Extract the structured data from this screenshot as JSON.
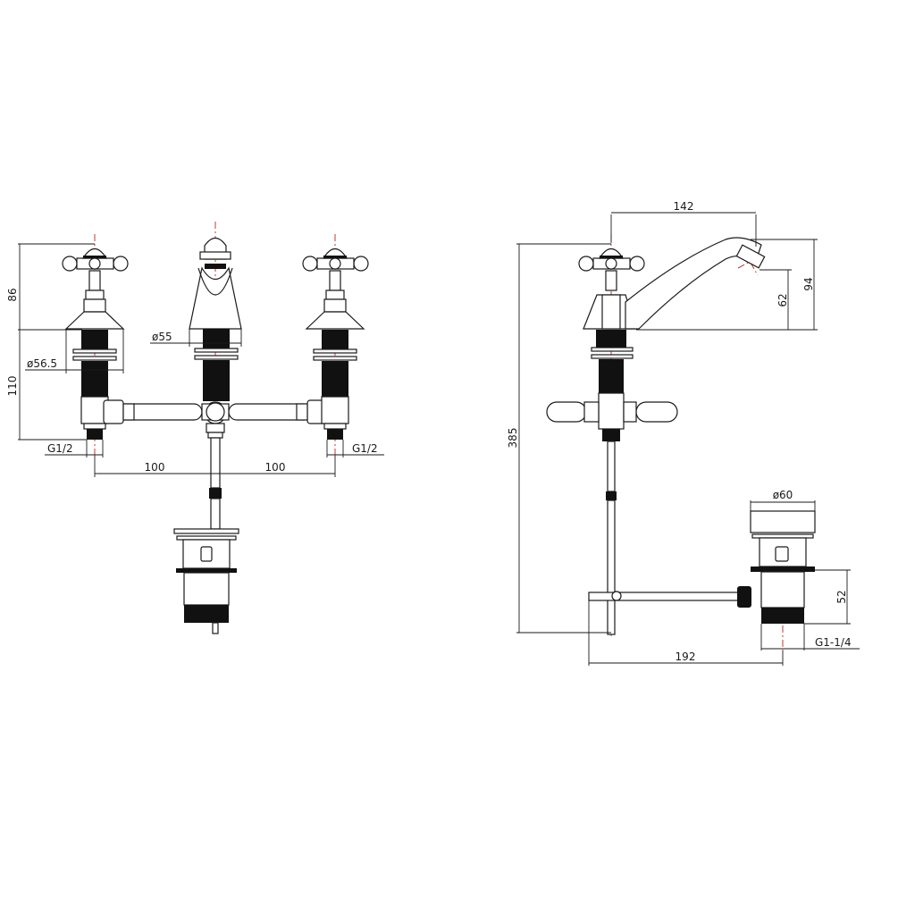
{
  "drawing": {
    "views": [
      {
        "name": "front-view",
        "description": "Three-hole basin mixer with pop-up waste, front elevation"
      },
      {
        "name": "side-view",
        "description": "Side elevation with spout and waste linkage"
      }
    ],
    "front_dimensions": {
      "handle_height": "86",
      "body_height": "110",
      "flange_diameter": "ø56.5",
      "spout_base_diameter": "ø55",
      "inlet_left": "G1/2",
      "inlet_right": "G1/2",
      "spacing_left": "100",
      "spacing_right": "100"
    },
    "side_dimensions": {
      "spout_reach": "142",
      "spout_height_outer": "94",
      "spout_height_outlet": "62",
      "overall_height": "385",
      "waste_diameter": "ø60",
      "waste_body_height": "52",
      "waste_thread": "G1-1/4",
      "linkage_length": "192"
    },
    "colors": {
      "line": "#1a1a1a",
      "centerline": "#c0392b",
      "background": "#ffffff"
    }
  }
}
